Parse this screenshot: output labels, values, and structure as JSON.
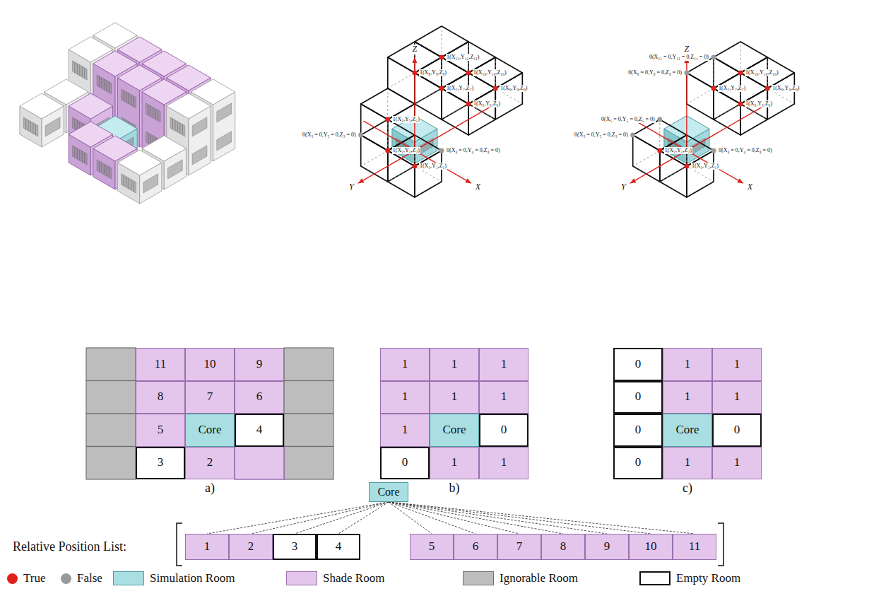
{
  "diagram": {
    "nodes": [
      {
        "text": [
          "11"
        ]
      },
      {
        "text": [
          "10"
        ]
      },
      {
        "text": [
          "9"
        ]
      },
      {
        "text": [
          "8"
        ]
      },
      {
        "text": [
          "7"
        ]
      },
      {
        "text": [
          "6"
        ]
      },
      {
        "text": [
          "5"
        ]
      },
      {
        "text": [
          "Core"
        ]
      },
      {
        "text": [
          "4"
        ]
      },
      {
        "text": [
          "3"
        ]
      },
      {
        "text": [
          "2"
        ]
      },
      {
        "text": [
          "1"
        ]
      },
      {
        "text": [
          "1"
        ]
      },
      {
        "text": [
          "1"
        ]
      },
      {
        "text": [
          "1"
        ]
      },
      {
        "text": [
          "1"
        ]
      },
      {
        "text": [
          "1"
        ]
      },
      {
        "text": [
          "1"
        ]
      },
      {
        "text": [
          "Core"
        ]
      },
      {
        "text": [
          "0"
        ]
      },
      {
        "text": [
          "0"
        ]
      },
      {
        "text": [
          "1"
        ]
      },
      {
        "text": [
          "1"
        ]
      },
      {
        "text": [
          "0"
        ]
      },
      {
        "text": [
          "1"
        ]
      },
      {
        "text": [
          "1"
        ]
      },
      {
        "text": [
          "0"
        ]
      },
      {
        "text": [
          "1"
        ]
      },
      {
        "text": [
          "1"
        ]
      },
      {
        "text": [
          "0"
        ]
      },
      {
        "text": [
          "Core"
        ]
      },
      {
        "text": [
          "0"
        ]
      },
      {
        "text": [
          "0"
        ]
      },
      {
        "text": [
          "1"
        ]
      },
      {
        "text": [
          "1"
        ]
      },
      {
        "text": [
          "Core"
        ]
      },
      {
        "text": [
          "1"
        ]
      },
      {
        "text": [
          "2"
        ]
      },
      {
        "text": [
          "3"
        ]
      },
      {
        "text": [
          "4"
        ]
      },
      {
        "text": [
          "5"
        ]
      },
      {
        "text": [
          "6"
        ]
      },
      {
        "text": [
          "7"
        ]
      },
      {
        "text": [
          "8"
        ]
      },
      {
        "text": [
          "9"
        ]
      },
      {
        "text": [
          "10"
        ]
      },
      {
        "text": [
          "11"
        ]
      }
    ],
    "edges": [
      {
        "from": 35,
        "to": 36,
        "arrow": "none"
      },
      {
        "from": 35,
        "to": 37,
        "arrow": "none"
      },
      {
        "from": 35,
        "to": 38,
        "arrow": "none"
      },
      {
        "from": 35,
        "to": 39,
        "arrow": "none"
      },
      {
        "from": 35,
        "to": 40,
        "arrow": "none"
      },
      {
        "from": 35,
        "to": 41,
        "arrow": "none"
      },
      {
        "from": 35,
        "to": 42,
        "arrow": "none"
      },
      {
        "from": 35,
        "to": 43,
        "arrow": "none"
      },
      {
        "from": 35,
        "to": 44,
        "arrow": "none"
      },
      {
        "from": 35,
        "to": 45,
        "arrow": "none"
      },
      {
        "from": 35,
        "to": 46,
        "arrow": "none"
      }
    ],
    "labels": [
      "a)",
      "b)",
      "c)",
      "Relative Position List:",
      "Z",
      "X",
      "Y",
      "1(X₁₁,Y₁₁,Z₁₁)",
      "1(X₁₀,Y₁₀,Z₁₀)",
      "1(X₉,Y₉,Z₉)",
      "1(X₈,Y₈,Z₈)",
      "1(X₇,Y₇,Z₇)",
      "1(X₆,Y₆,Z₆)",
      "1(X₅,Y₅,Z₅)",
      "0(X₄ = 0,Y₄ = 0,Z₄ = 0)",
      "0(X₃ = 0,Y₃ = 0,Z₃ = 0)",
      "1(X₂,Y₂,Z₂)",
      "1(X₁,Y₁,Z₁)",
      "Z",
      "X",
      "Y",
      "0(X₁₁ = 0,Y₁₁ = 0,Z₁₁ = 0)",
      "1(X₁₀,Y₁₀,Z₁₀)",
      "1(X₉,Y₉,Z₉)",
      "0(X₈ = 0,Y₈ = 0,Z₈ = 0)",
      "1(X₇,Y₇,Z₇)",
      "1(X₆,Y₆,Z₆)",
      "0(X₅ = 0,Y₅ = 0,Z₅ = 0)",
      "0(X₄ = 0,Y₄ = 0,Z₄ = 0)",
      "0(X₃ = 0,Y₃ = 0,Z₃ = 0)",
      "1(X₂,Y₂,Z₂)",
      "1(X₁,Y₁,Z₁)"
    ],
    "legend": [
      {
        "text": "True",
        "color": "#e0201b"
      },
      {
        "text": "False",
        "color": "#9a9a9a"
      },
      {
        "text": "Simulation Room",
        "color": "#a9dfe3"
      },
      {
        "text": "Shade Room",
        "color": "#e4c5ec"
      },
      {
        "text": "Ignorable Room",
        "color": "#bdbdbd"
      },
      {
        "text": "Empty Room",
        "color": "#ffffff"
      }
    ]
  }
}
